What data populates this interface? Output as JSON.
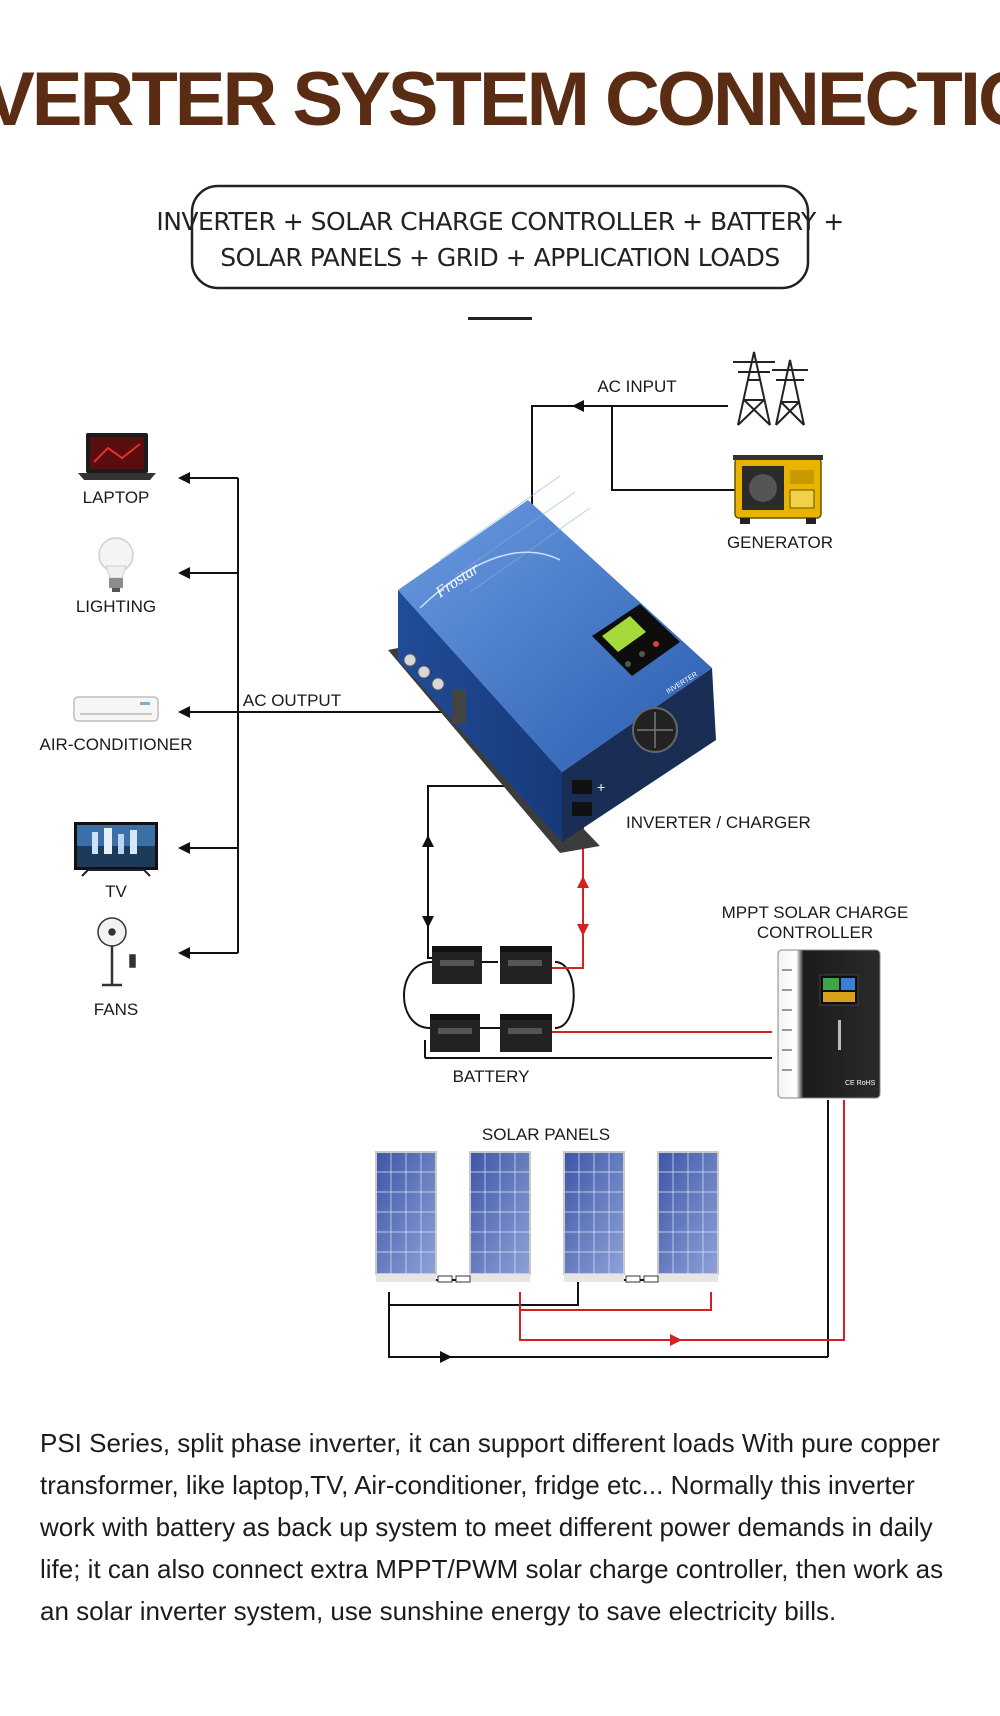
{
  "title": "INVERTER SYSTEM CONNECTION",
  "subtitle": {
    "line1": "INVERTER + SOLAR CHARGE CONTROLLER + BATTERY +",
    "line2": "SOLAR PANELS + GRID + APPLICATION LOADS"
  },
  "labels": {
    "ac_input": "AC INPUT",
    "generator": "GENERATOR",
    "laptop": "LAPTOP",
    "lighting": "LIGHTING",
    "ac_output": "AC OUTPUT",
    "air_conditioner": "AIR-CONDITIONER",
    "tv": "TV",
    "fans": "FANS",
    "inverter_charger": "INVERTER / CHARGER",
    "mppt_line1": "MPPT SOLAR CHARGE",
    "mppt_line2": "CONTROLLER",
    "battery": "BATTERY",
    "solar_panels": "SOLAR PANELS"
  },
  "device_text": {
    "brand": "Frostar",
    "inverter_badge": "INVERTER",
    "controller_mark": "CE RoHS"
  },
  "description": "PSI Series, split phase inverter, it can support different loads With pure copper transformer, like laptop,TV, Air-conditioner, fridge etc... Normally this inverter work with battery as back up system to meet different power demands in daily life; it can also connect extra MPPT/PWM solar charge controller, then work as an solar inverter system, use sunshine energy to save electricity bills.",
  "colors": {
    "title": "#5a2c14",
    "wire_black": "#111111",
    "wire_red": "#d42020",
    "inverter_blue": "#2f64b8"
  }
}
